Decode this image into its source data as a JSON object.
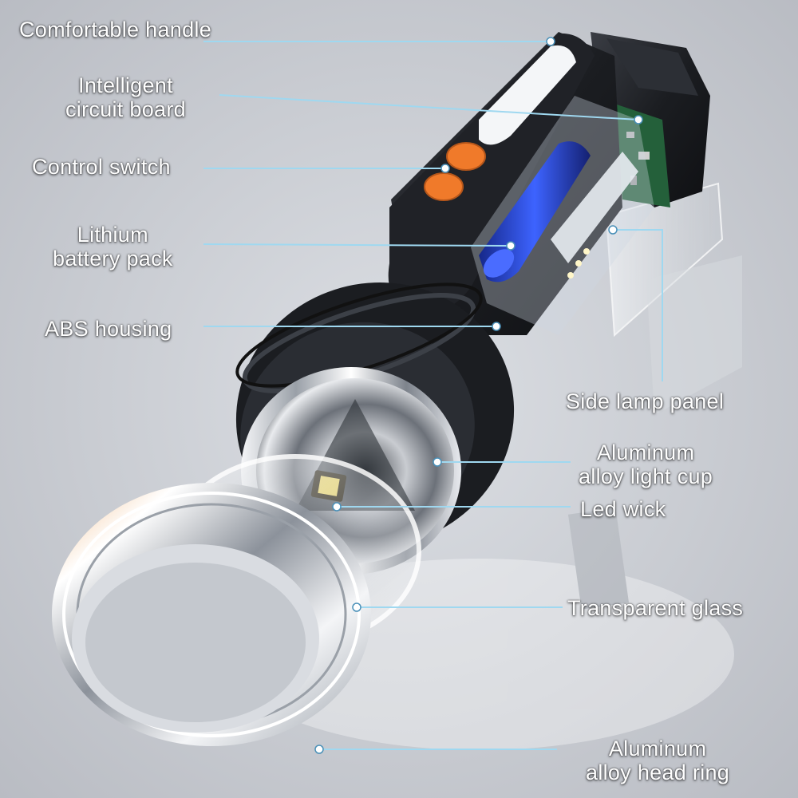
{
  "callouts": {
    "handle": "Comfortable handle",
    "circuit": [
      "Intelligent",
      "circuit board"
    ],
    "switch": "Control switch",
    "battery": [
      "Lithium",
      "battery pack"
    ],
    "housing": "ABS housing",
    "side_lamp": "Side lamp panel",
    "light_cup": [
      "Aluminum",
      "alloy light cup"
    ],
    "led": "Led wick",
    "glass": "Transparent glass",
    "head_ring": [
      "Aluminum",
      "alloy head ring"
    ]
  },
  "colors": {
    "leader_line": "#9fd8f0",
    "button": "#f07a2a",
    "body": "#1d1f23",
    "battery": "#2a4fd6"
  }
}
